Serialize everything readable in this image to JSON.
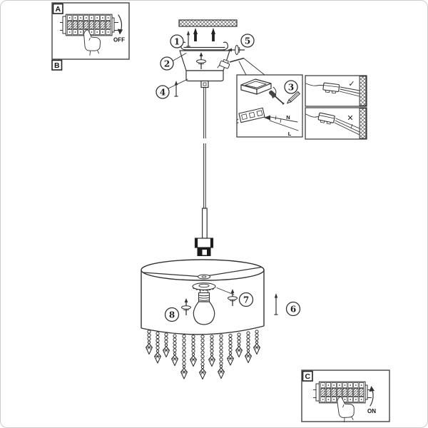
{
  "figure": {
    "kind": "lamp-assembly-instruction-diagram",
    "colors": {
      "line": "#333333",
      "dark_fill": "#1a1a1a",
      "background": "#ffffff",
      "border": "#cccccc"
    }
  },
  "panel_a": {
    "label": "A",
    "switch_text": "OFF"
  },
  "panel_b": {
    "label": "B"
  },
  "panel_c": {
    "label": "C",
    "switch_text": "ON"
  },
  "steps": {
    "n1": "1",
    "n2": "2",
    "n3": "3",
    "n4": "4",
    "n5": "5",
    "n6": "6",
    "n7": "7",
    "n8": "8"
  },
  "wiring": {
    "neutral": "N",
    "live": "L",
    "correct_mark": "✓",
    "wrong_mark": "✕"
  }
}
